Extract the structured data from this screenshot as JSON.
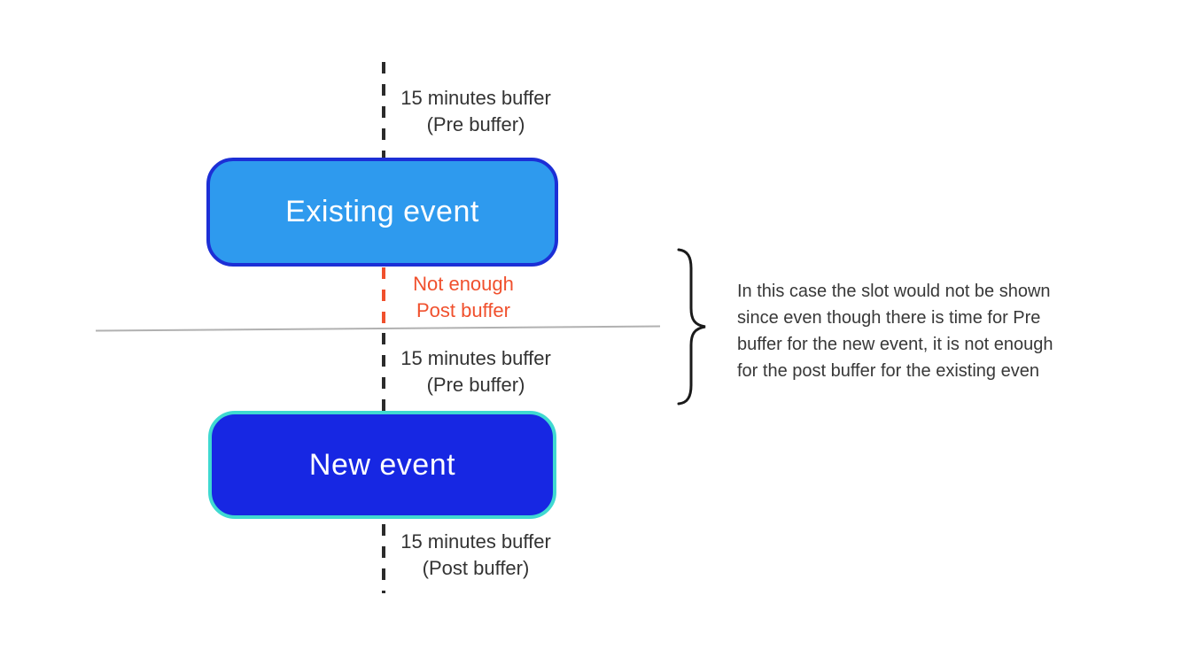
{
  "diagram": {
    "buffer_labels": {
      "top": {
        "line1": "15 minutes buffer",
        "line2": "(Pre buffer)"
      },
      "middle": {
        "line1": "15 minutes buffer",
        "line2": "(Pre buffer)"
      },
      "bottom": {
        "line1": "15 minutes buffer",
        "line2": "(Post buffer)"
      }
    },
    "conflict_label": {
      "line1": "Not enough",
      "line2": "Post buffer"
    },
    "events": {
      "existing": {
        "label": "Existing event"
      },
      "new_event": {
        "label": "New event"
      }
    },
    "annotation": {
      "lines": [
        "In this case the slot would not be shown",
        "since even though there is time for Pre",
        "buffer for the new event, it is not enough",
        "for the post buffer for the existing even"
      ]
    },
    "colors": {
      "existing_event_fill": "#2E9AEE",
      "existing_event_border": "#1C2FD6",
      "new_event_fill": "#1727E3",
      "new_event_border": "#3FD9D1",
      "conflict_red": "#F0502D",
      "dash_dark": "#2B2B2B",
      "divider_gray": "#B1B1B1",
      "label_text": "#333333",
      "annotation_text": "#383838",
      "event_text": "#FFFFFF",
      "brace_stroke": "#1A1A1A"
    }
  }
}
